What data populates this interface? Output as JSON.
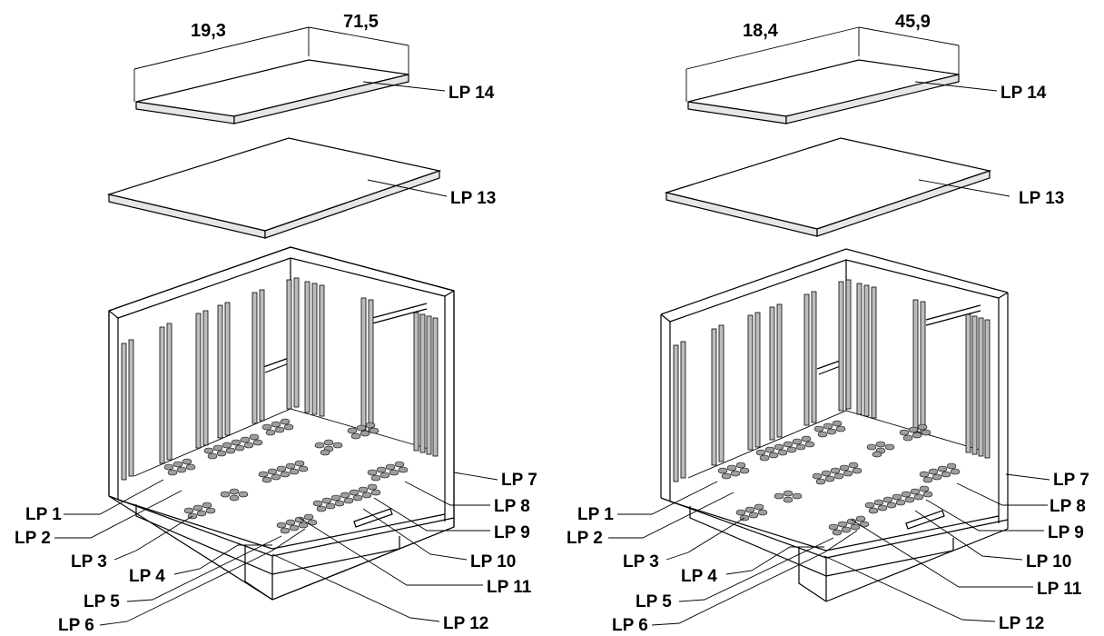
{
  "assemblies": [
    {
      "dimensions": {
        "left": "19,3",
        "right": "71,5"
      },
      "labels": {
        "lp1": "LP 1",
        "lp2": "LP 2",
        "lp3": "LP 3",
        "lp4": "LP 4",
        "lp5": "LP 5",
        "lp6": "LP 6",
        "lp7": "LP 7",
        "lp8": "LP 8",
        "lp9": "LP 9",
        "lp10": "LP 10",
        "lp11": "LP 11",
        "lp12": "LP 12",
        "lp13": "LP 13",
        "lp14": "LP 14"
      }
    },
    {
      "dimensions": {
        "left": "18,4",
        "right": "45,9"
      },
      "labels": {
        "lp1": "LP 1",
        "lp2": "LP 2",
        "lp3": "LP 3",
        "lp4": "LP 4",
        "lp5": "LP 5",
        "lp6": "LP 6",
        "lp7": "LP 7",
        "lp8": "LP 8",
        "lp9": "LP 9",
        "lp10": "LP 10",
        "lp11": "LP 11",
        "lp12": "LP 12",
        "lp13": "LP 13",
        "lp14": "LP 14"
      }
    }
  ]
}
